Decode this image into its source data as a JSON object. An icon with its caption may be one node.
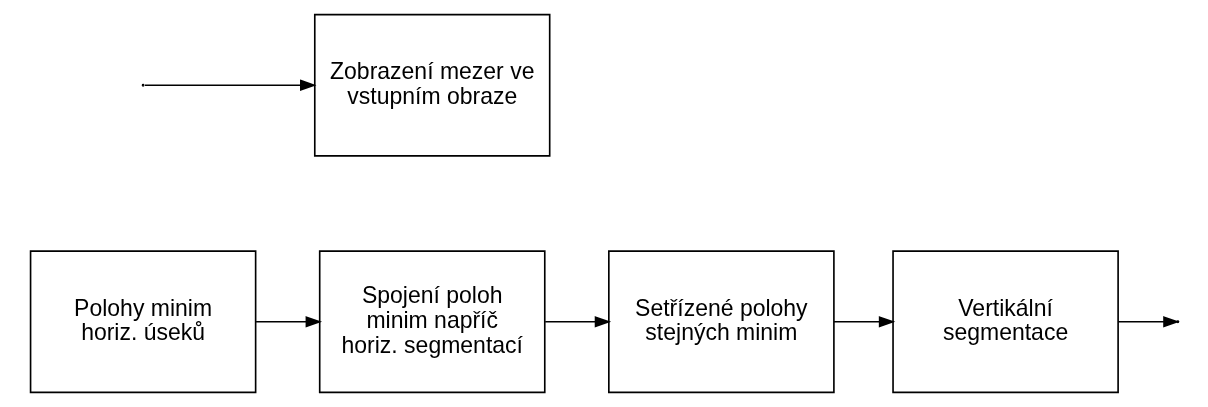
{
  "diagram": {
    "nodes": [
      {
        "text": [
          "Polohy minim horiz. úseků"
        ]
      },
      {
        "text": [
          "Spojení poloh minim napříč horiz. segmentací"
        ]
      },
      {
        "text": [
          "Setřízené polohy stejných minim"
        ]
      },
      {
        "text": [
          "Vertikální segmentace"
        ]
      },
      {
        "text": [
          "Zobrazení mezer ve vstupním obraze"
        ]
      }
    ],
    "edges": [
      {
        "from": 0,
        "to": 1,
        "arrow": "to"
      },
      {
        "from": 1,
        "to": 2,
        "arrow": "to"
      },
      {
        "from": 2,
        "to": 3,
        "arrow": "to"
      },
      {
        "from": 3,
        "to": null,
        "arrow": "to"
      },
      {
        "from": null,
        "to": 4,
        "arrow": "to"
      }
    ]
  }
}
